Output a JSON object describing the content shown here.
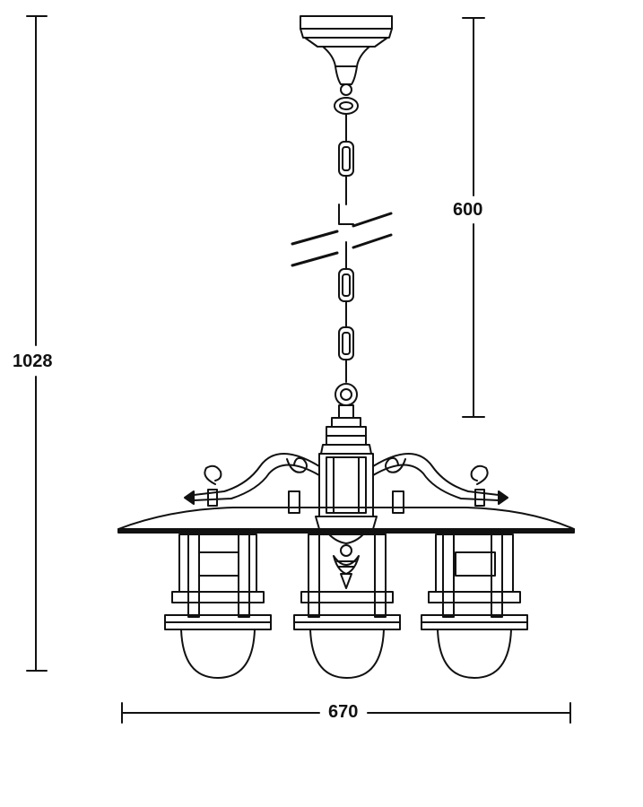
{
  "dimensions": {
    "total_height": "1028",
    "chain_drop": "600",
    "width": "670"
  },
  "colors": {
    "line": "#111111",
    "background": "#ffffff"
  }
}
